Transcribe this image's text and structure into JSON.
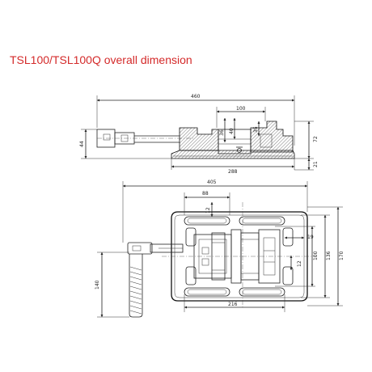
{
  "title": "TSL100/TSL100Q overall dimension",
  "dims": {
    "d460": "460",
    "d100": "100",
    "d36": "36",
    "d40": "40",
    "d35": "35",
    "d72": "72",
    "d44": "44",
    "d288": "288",
    "d21": "21",
    "d405": "405",
    "d88": "88",
    "d12a": "12",
    "d19": "19",
    "d100b": "100",
    "d136": "136",
    "d170": "170",
    "d12b": "12",
    "d140": "140",
    "d216": "216"
  }
}
